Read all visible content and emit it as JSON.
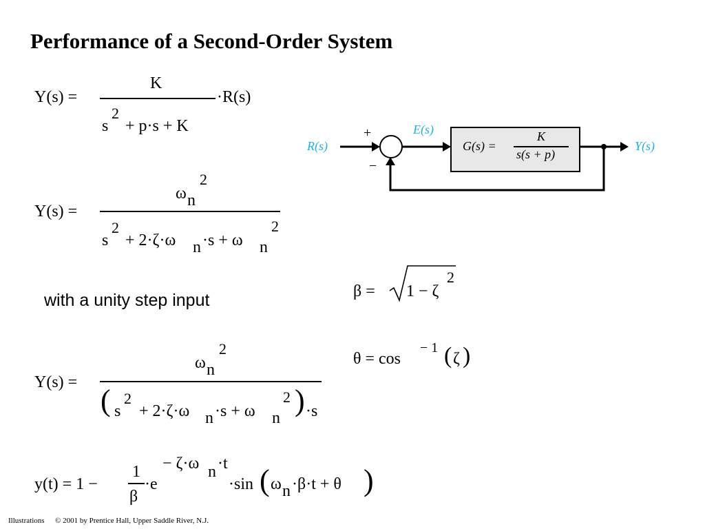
{
  "title": "Performance of a Second-Order System",
  "equations": {
    "eq1": {
      "lhs": "Y(s) =",
      "numerator": "K",
      "den_s": "s",
      "den_exp": "2",
      "den_rest": "+ p·s + K",
      "tail": "·R(s)"
    },
    "eq2": {
      "lhs": "Y(s) =",
      "num_omega": "ω",
      "num_sub": "n",
      "num_exp": "2",
      "den_s": "s",
      "den_exp": "2",
      "den_mid": "+ 2·ζ·ω",
      "den_sub1": "n",
      "den_mid2": "·s + ω",
      "den_sub2": "n",
      "den_exp2": "2"
    },
    "step_note": "with a unity step input",
    "beta": {
      "lhs": "β =",
      "radicand": "1 − ζ",
      "exp": "2"
    },
    "theta": {
      "lhs": "θ = cos",
      "exp": "− 1",
      "arg": "ζ"
    },
    "eq3": {
      "lhs": "Y(s) =",
      "num_omega": "ω",
      "num_sub": "n",
      "num_exp": "2",
      "den_s": "s",
      "den_exp": "2",
      "den_mid": "+ 2·ζ·ω",
      "den_sub1": "n",
      "den_mid2": "·s + ω",
      "den_sub2": "n",
      "den_exp2": "2",
      "den_tail": "·s"
    },
    "eq4": {
      "lhs": "y(t) = 1 −",
      "frac_num": "1",
      "frac_den": "β",
      "e": "·e",
      "exp_a": "− ζ·ω",
      "exp_sub": "n",
      "exp_b": "·t",
      "sin": "·sin",
      "arg_a": "ω",
      "arg_sub": "n",
      "arg_b": "·β·t + θ"
    }
  },
  "diagram": {
    "input_label": "R(s)",
    "error_label": "E(s)",
    "plus_sign": "+",
    "minus_sign": "−",
    "block_lhs": "G(s) =",
    "block_num": "K",
    "block_den": "s(s + p)",
    "output_label": "Y(s)",
    "colors": {
      "labels": "#1ab0e8",
      "block_fill": "#e8e8e8"
    }
  },
  "footer": {
    "label": "Illustrations",
    "copyright": "© 2001 by Prentice Hall, Upper Saddle River, N.J."
  }
}
